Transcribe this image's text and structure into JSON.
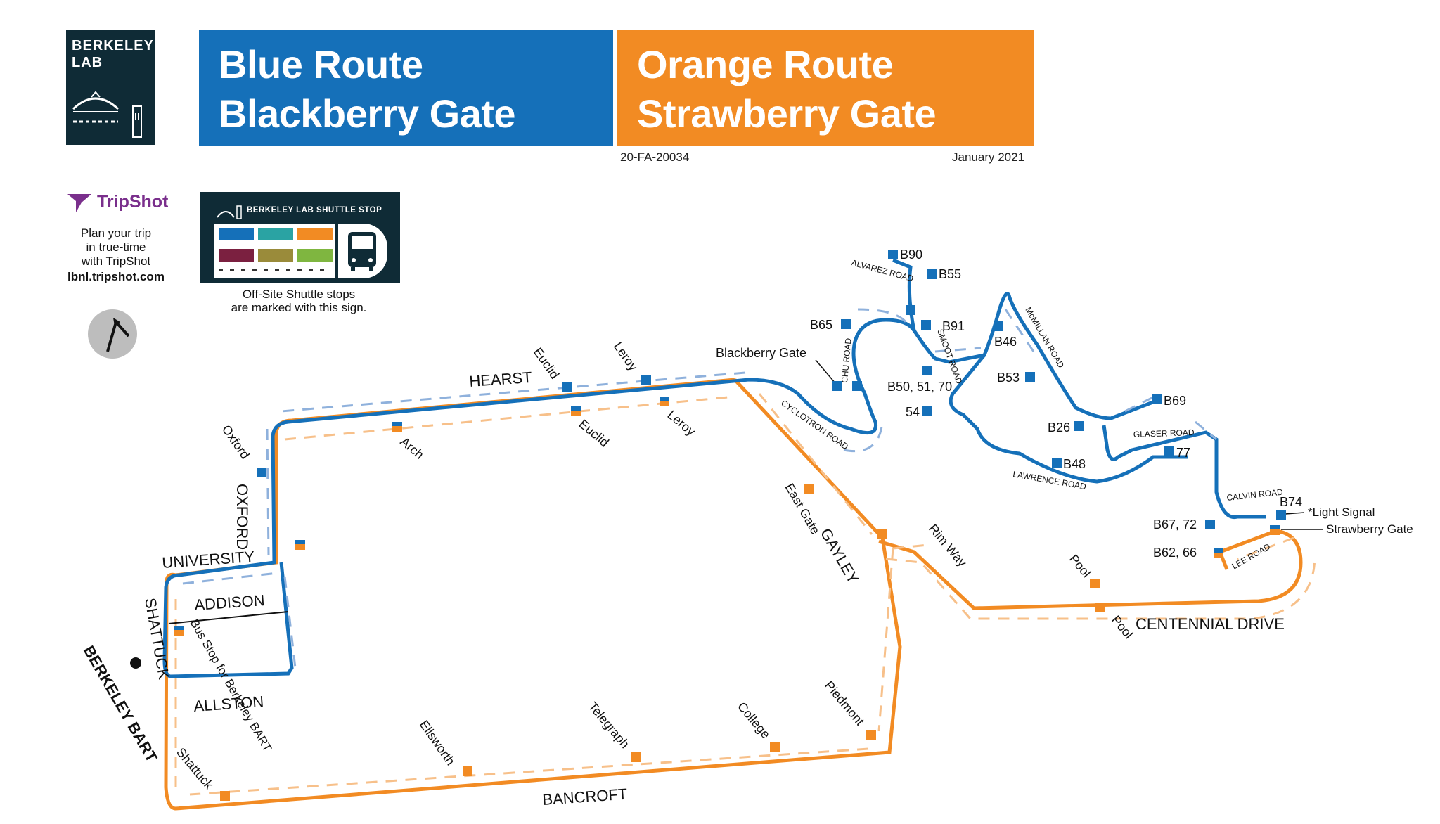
{
  "header": {
    "logo_text": "BERKELEY\nLAB",
    "blue_route_line1": "Blue Route",
    "blue_route_line2": "Blackberry Gate",
    "orange_route_line1": "Orange Route",
    "orange_route_line2": "Strawberry Gate",
    "doc_id": "20-FA-20034",
    "date": "January 2021"
  },
  "colors": {
    "blue_route": "#1570b9",
    "orange_route": "#f28b23",
    "blue_arrow": "#8fb1dc",
    "orange_arrow": "#f7c08a",
    "logo_bg": "#0f2b36",
    "tripshot": "#7a2f8c"
  },
  "tripshot": {
    "brand": "TripShot",
    "text": "Plan your trip\nin true-time\nwith TripShot",
    "url": "lbnl.tripshot.com"
  },
  "shuttle_sign": {
    "title": "BERKELEY LAB SHUTTLE STOP",
    "caption": "Off-Site Shuttle stops\nare marked with this sign."
  },
  "streets": [
    "HEARST",
    "OXFORD",
    "UNIVERSITY",
    "ADDISON",
    "SHATTUCK",
    "ALLSTON",
    "BANCROFT",
    "GAYLEY",
    "CENTENNIAL DRIVE",
    "CYCLOTRON ROAD",
    "CHU ROAD",
    "ALVAREZ ROAD",
    "SMOOT ROAD",
    "McMILLAN ROAD",
    "GLASER ROAD",
    "LAWRENCE ROAD",
    "CALVIN ROAD",
    "LEE ROAD"
  ],
  "places": {
    "berkeley_bart": "BERKELEY BART",
    "bus_stop_note": "Bus Stop for Berkeley BART",
    "light_signal": "*Light Signal",
    "strawberry_gate": "Strawberry Gate",
    "blackberry_gate": "Blackberry Gate"
  },
  "blue_stops": [
    "Oxford",
    "Euclid",
    "Leroy",
    "B65",
    "B90",
    "B55",
    "B91",
    "B46",
    "B50, 51, 70",
    "54",
    "B53",
    "B69",
    "B26",
    "77",
    "B48",
    "B67, 72",
    "B74"
  ],
  "orange_stops": [
    "Arch",
    "Euclid",
    "Leroy",
    "East Gate",
    "Rim Way",
    "Pool",
    "Pool",
    "B62, 66",
    "Piedmont",
    "College",
    "Telegraph",
    "Ellsworth",
    "Shattuck"
  ]
}
